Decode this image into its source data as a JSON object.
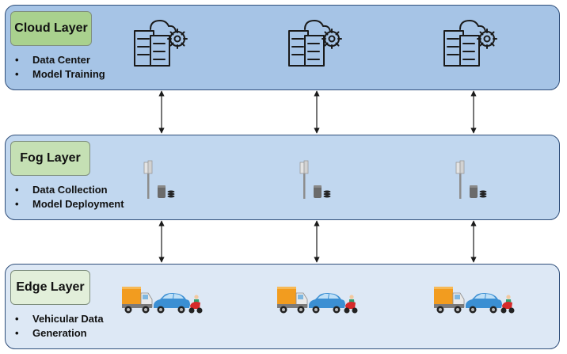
{
  "layers": {
    "cloud": {
      "title": "Cloud Layer",
      "items": [
        "Data Center",
        "Model Training"
      ]
    },
    "fog": {
      "title": "Fog Layer",
      "items": [
        "Data Collection",
        "Model Deployment"
      ]
    },
    "edge": {
      "title": "Edge Layer",
      "items": [
        "Vehicular Data",
        "Generation"
      ]
    }
  },
  "icons": {
    "cloud": "data-center-server-icon",
    "fog": "roadside-unit-antenna-icon",
    "edge": "vehicles-truck-car-scooter-icon"
  },
  "colors": {
    "cloud_bg": "#a6c4e6",
    "fog_bg": "#c1d7ef",
    "edge_bg": "#dde8f5",
    "cloud_tag": "#a9d18e",
    "fog_tag": "#c5e0b4",
    "edge_tag": "#e2efda"
  }
}
